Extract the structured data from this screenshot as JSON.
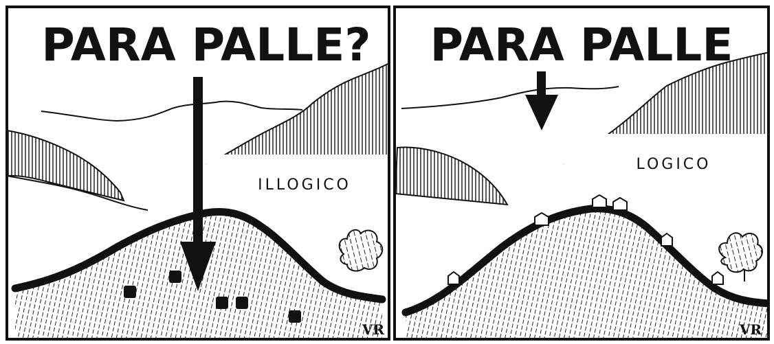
{
  "panels": [
    {
      "title": "PARA PALLE?",
      "label": "ILLOGICO",
      "signature": "VR"
    },
    {
      "title": "PARA PALLE",
      "label": "LOGICO",
      "signature": "VR"
    }
  ],
  "colors": {
    "ink": "#111111",
    "paper": "#ffffff"
  }
}
